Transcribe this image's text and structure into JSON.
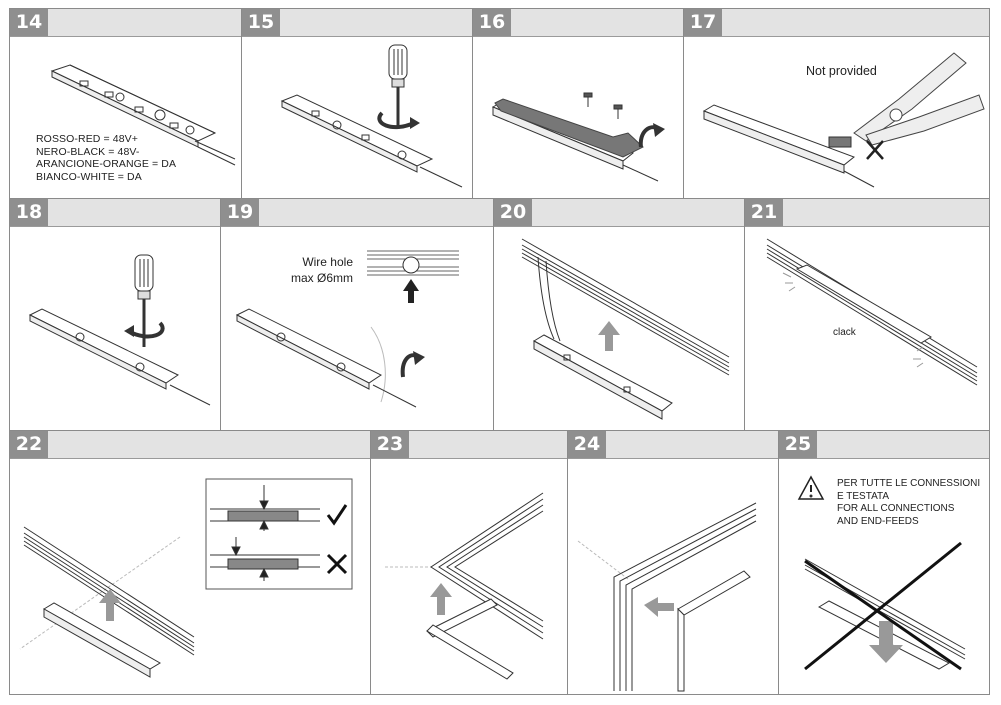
{
  "steps": [
    {
      "number": "14"
    },
    {
      "number": "15"
    },
    {
      "number": "16"
    },
    {
      "number": "17"
    },
    {
      "number": "18"
    },
    {
      "number": "19"
    },
    {
      "number": "20"
    },
    {
      "number": "21"
    },
    {
      "number": "22"
    },
    {
      "number": "23"
    },
    {
      "number": "24"
    },
    {
      "number": "25"
    }
  ],
  "step14": {
    "wire_legend": [
      "ROSSO-RED = 48V+",
      "NERO-BLACK = 48V-",
      "ARANCIONE-ORANGE = DA",
      "BIANCO-WHITE = DA"
    ]
  },
  "step17": {
    "note": "Not provided"
  },
  "step19": {
    "wire_hole_line1": "Wire hole",
    "wire_hole_line2": "max Ø6mm"
  },
  "step21": {
    "sound": "clack"
  },
  "step25": {
    "warning_lines": [
      "PER TUTTE LE CONNESSIONI",
      "E TESTATA",
      "FOR ALL CONNECTIONS",
      "AND END-FEEDS"
    ]
  },
  "colors": {
    "header_bg": "#e3e3e3",
    "number_bg": "#8f8f8f",
    "line": "#333333",
    "arrow": "#999999"
  }
}
